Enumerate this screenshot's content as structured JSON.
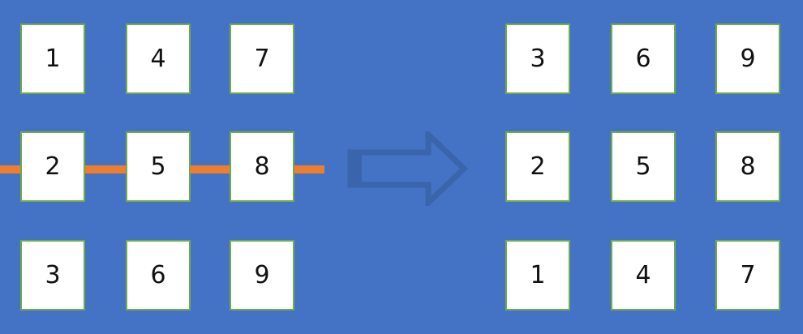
{
  "colors": {
    "background": "#4472c4",
    "cell_fill": "#ffffff",
    "cell_border": "#70ad47",
    "flip_line": "#ed7d31",
    "arrow": "#3a64ab"
  },
  "before": {
    "grid": [
      [
        "1",
        "4",
        "7"
      ],
      [
        "2",
        "5",
        "8"
      ],
      [
        "3",
        "6",
        "9"
      ]
    ]
  },
  "after": {
    "grid": [
      [
        "3",
        "6",
        "9"
      ],
      [
        "2",
        "5",
        "8"
      ],
      [
        "1",
        "4",
        "7"
      ]
    ]
  },
  "arrow": {
    "icon": "right-arrow-icon"
  }
}
